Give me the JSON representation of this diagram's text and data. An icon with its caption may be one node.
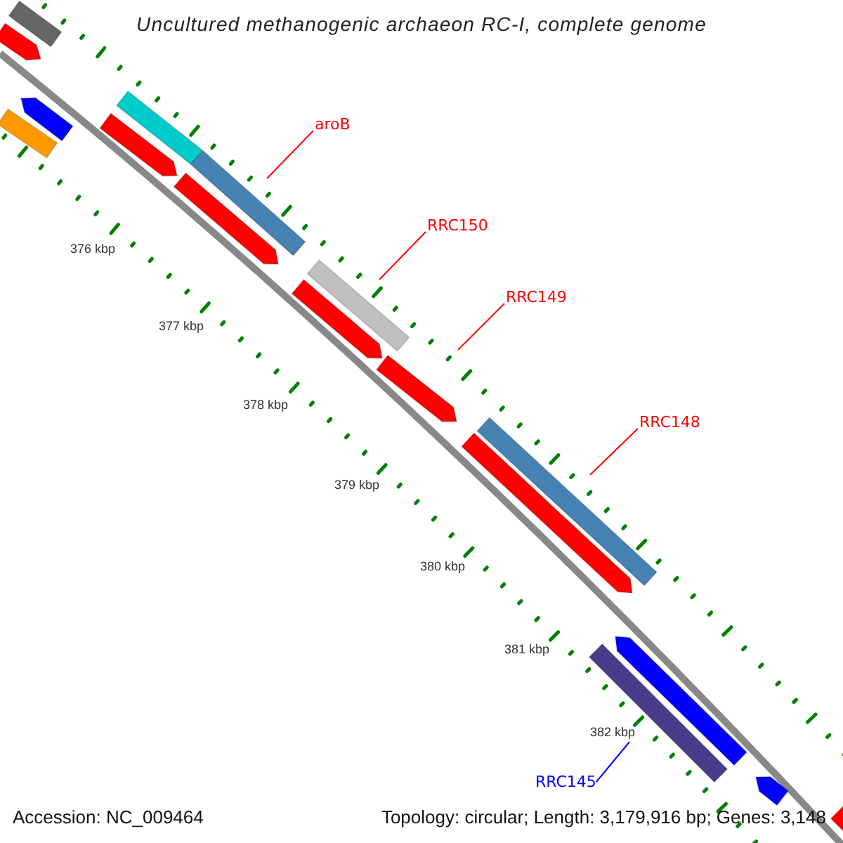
{
  "diagram": {
    "title": "Uncultured methanogenic archaeon RC-I, complete genome",
    "nodes": [
      {
        "text": [],
        "shape": "bar"
      },
      {
        "text": [],
        "shape": "bar"
      },
      {
        "text": [],
        "shape": "bar"
      },
      {
        "text": [],
        "shape": "bar"
      },
      {
        "text": [],
        "shape": "bar"
      },
      {
        "text": [],
        "shape": "bar"
      },
      {
        "text": [],
        "shape": "bar"
      },
      {
        "text": [],
        "shape": "bar"
      },
      {
        "text": [],
        "shape": "bar"
      },
      {
        "text": [],
        "shape": "bar"
      },
      {
        "text": [],
        "shape": "bar"
      },
      {
        "text": [],
        "shape": "bar"
      },
      {
        "text": [],
        "shape": "bar"
      },
      {
        "text": [],
        "shape": "bar"
      },
      {
        "text": [],
        "shape": "bar"
      },
      {
        "text": [],
        "shape": "bar"
      },
      {
        "text": [],
        "shape": "bar"
      },
      {
        "text": [
          "aroB"
        ]
      },
      {
        "text": [
          "RRC150"
        ]
      },
      {
        "text": [
          "RRC149"
        ]
      },
      {
        "text": [
          "RRC148"
        ]
      },
      {
        "text": [
          "RRC145"
        ]
      }
    ],
    "edges": [
      {
        "from": 17,
        "to": 7,
        "arrow": "none"
      },
      {
        "from": 18,
        "to": 9,
        "arrow": "none"
      },
      {
        "from": 19,
        "to": 10,
        "arrow": "none"
      },
      {
        "from": 20,
        "to": 12,
        "arrow": "none"
      },
      {
        "from": 21,
        "to": 14,
        "arrow": "none",
        "color": "#0000ff"
      }
    ],
    "labels": [
      "376 kbp",
      "377 kbp",
      "378 kbp",
      "379 kbp",
      "380 kbp",
      "381 kbp",
      "382 kbp",
      "Accession: NC_009464",
      "Topology: circular; Length: 3,179,916 bp; Genes: 3,148"
    ]
  }
}
